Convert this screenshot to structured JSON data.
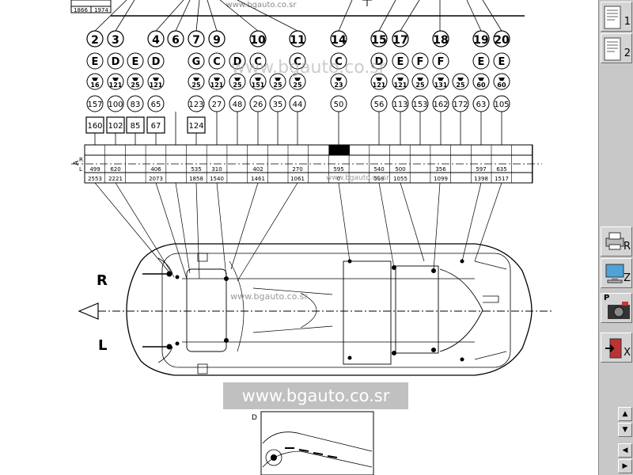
{
  "watermark": {
    "main": "www.bgauto.co.sr",
    "small": "www.bgauto.co.sr",
    "ghost": "www.bgauto.co.sr"
  },
  "header_boxes": {
    "left": "1866",
    "right": "1974"
  },
  "side_labels": {
    "right": "R",
    "left": "L"
  },
  "ref_label_a": "A",
  "ref_label_r": "R",
  "ref_label_l": "L",
  "detail_label": "D",
  "columns": [
    {
      "num": "2",
      "letter": "E",
      "sym": "16",
      "row3": "157",
      "row4": "160"
    },
    {
      "num": "3",
      "letter": "D",
      "sym": "121",
      "row3": "100",
      "row4": "102"
    },
    {
      "num": "",
      "letter": "E",
      "sym": "25",
      "row3": "83",
      "row4": "85"
    },
    {
      "num": "4",
      "letter": "D",
      "sym": "121",
      "row3": "65",
      "row4": "67"
    },
    {
      "num": "6",
      "letter": "",
      "sym": "",
      "row3": "",
      "row4": ""
    },
    {
      "num": "7",
      "letter": "G",
      "sym": "25",
      "row3": "123",
      "row4": "124"
    },
    {
      "num": "9",
      "letter": "C",
      "sym": "121",
      "row3": "27",
      "row4": ""
    },
    {
      "num": "",
      "letter": "D",
      "sym": "25",
      "row3": "48",
      "row4": ""
    },
    {
      "num": "10",
      "letter": "C",
      "sym": "151",
      "row3": "26",
      "row4": ""
    },
    {
      "num": "",
      "letter": "",
      "sym": "25",
      "row3": "35",
      "row4": ""
    },
    {
      "num": "11",
      "letter": "C",
      "sym": "25",
      "row3": "44",
      "row4": ""
    },
    {
      "num": "14",
      "letter": "C",
      "sym": "23",
      "row3": "50",
      "row4": ""
    },
    {
      "num": "15",
      "letter": "D",
      "sym": "121",
      "row3": "56",
      "row4": ""
    },
    {
      "num": "17",
      "letter": "E",
      "sym": "121",
      "row3": "113",
      "row4": ""
    },
    {
      "num": "",
      "letter": "F",
      "sym": "25",
      "row3": "153",
      "row4": ""
    },
    {
      "num": "18",
      "letter": "F",
      "sym": "131",
      "row3": "162",
      "row4": ""
    },
    {
      "num": "",
      "letter": "",
      "sym": "25",
      "row3": "172",
      "row4": ""
    },
    {
      "num": "19",
      "letter": "E",
      "sym": "60",
      "row3": "63",
      "row4": ""
    },
    {
      "num": "20",
      "letter": "E",
      "sym": "60",
      "row3": "105",
      "row4": ""
    }
  ],
  "dims_top": [
    "499",
    "620",
    "406",
    "535",
    "310",
    "402",
    "270",
    "595",
    "540",
    "500",
    "356",
    "597",
    "635"
  ],
  "dims_bottom": [
    "2553",
    "2221",
    "2073",
    "1858",
    "1540",
    "1461",
    "1061",
    "0",
    "598",
    "1055",
    "1099",
    "1398",
    "1517"
  ],
  "toolbar": {
    "page1_label": "1",
    "page2_label": "2",
    "print_r_label": "R",
    "zoom_label": "Z",
    "photo_label": "P",
    "exit_label": "X"
  },
  "colors": {
    "toolbar": "#c8c8c8",
    "diagram_ink": "#000000"
  }
}
